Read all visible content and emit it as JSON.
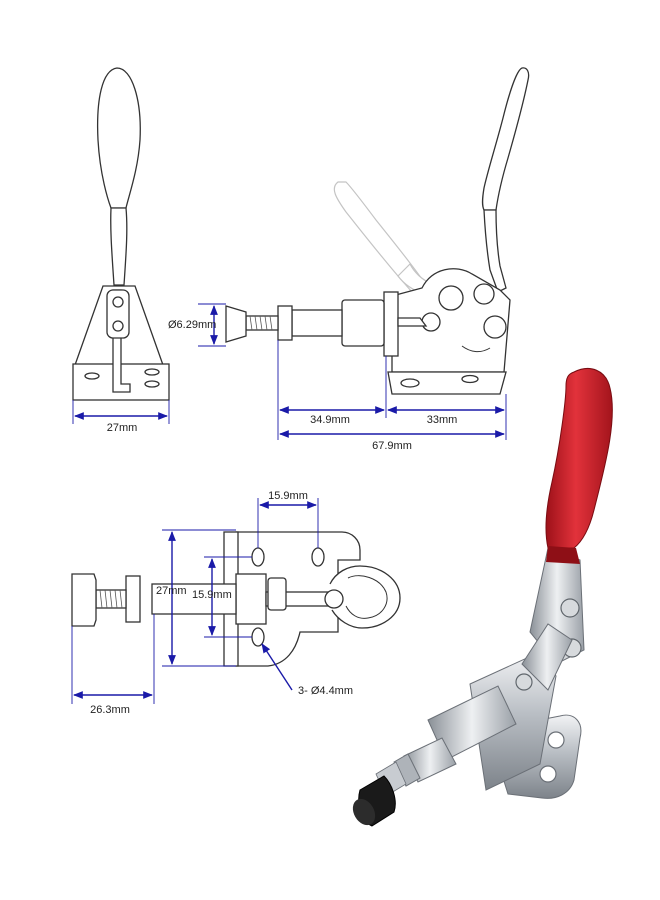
{
  "colors": {
    "dimension_line": "#1a1aa8",
    "handle_red": "#d0202a",
    "handle_red_dark": "#8e0f16",
    "metal": "#c8ccd1",
    "rubber_tip": "#1a1a1a"
  },
  "dimensions": {
    "side_base_width": "27mm",
    "tip_diameter": "Ø6.29mm",
    "plunger_length": "34.9mm",
    "base_length": "33mm",
    "overall_length": "67.9mm",
    "hole_spacing_x": "15.9mm",
    "hole_spacing_y": "15.9mm",
    "base_height": "27mm",
    "tip_offset": "26.3mm",
    "mount_holes": "3- Ø4.4mm"
  }
}
